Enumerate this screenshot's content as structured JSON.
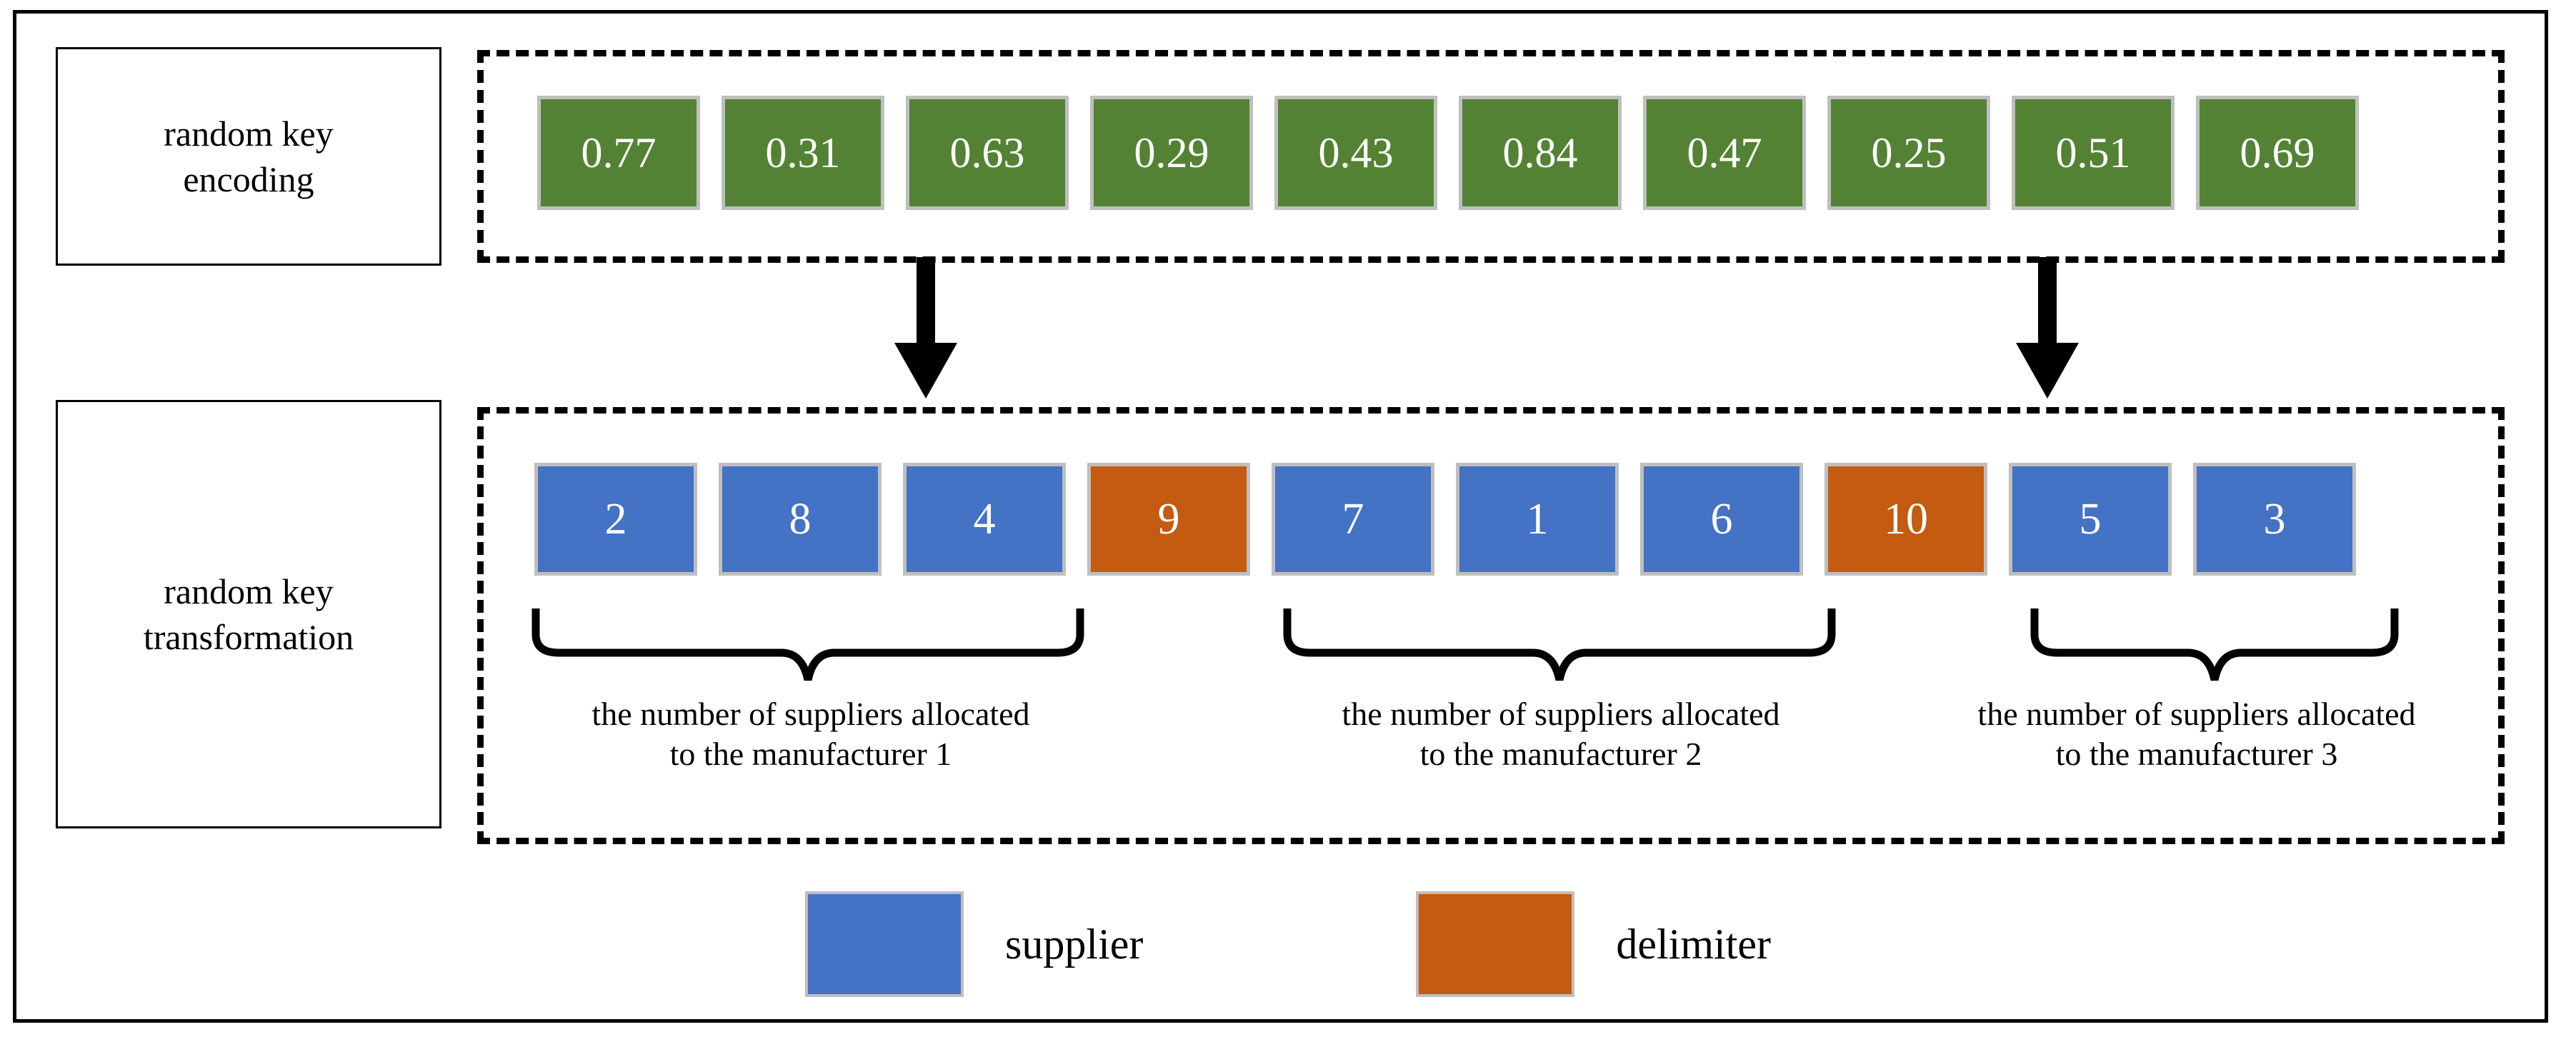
{
  "figure": {
    "rows": [
      {
        "id": "random-key-encoding",
        "label": "random key\nencoding",
        "label_line1": "random key",
        "label_line2": "encoding",
        "cells": [
          "0.77",
          "0.31",
          "0.63",
          "0.29",
          "0.43",
          "0.84",
          "0.47",
          "0.25",
          "0.51",
          "0.69"
        ],
        "cell_color": "#548235"
      },
      {
        "id": "random-key-transformation",
        "label": "random key\ntransformation",
        "label_line1": "random key",
        "label_line2": "transformation",
        "cells": [
          {
            "value": "2",
            "type": "supplier"
          },
          {
            "value": "8",
            "type": "supplier"
          },
          {
            "value": "4",
            "type": "supplier"
          },
          {
            "value": "9",
            "type": "delimiter"
          },
          {
            "value": "7",
            "type": "supplier"
          },
          {
            "value": "1",
            "type": "supplier"
          },
          {
            "value": "6",
            "type": "supplier"
          },
          {
            "value": "10",
            "type": "delimiter"
          },
          {
            "value": "5",
            "type": "supplier"
          },
          {
            "value": "3",
            "type": "supplier"
          }
        ]
      }
    ],
    "groups": [
      {
        "caption_line1": "the number of suppliers allocated",
        "caption_line2": "to the manufacturer 1",
        "members": [
          "2",
          "8",
          "4"
        ]
      },
      {
        "caption_line1": "the number of suppliers allocated",
        "caption_line2": "to the manufacturer 2",
        "members": [
          "7",
          "1",
          "6"
        ]
      },
      {
        "caption_line1": "the number of suppliers allocated",
        "caption_line2": "to the manufacturer 3",
        "members": [
          "5",
          "3"
        ]
      }
    ],
    "legend": [
      {
        "label": "supplier",
        "color": "#4472C4"
      },
      {
        "label": "delimiter",
        "color": "#C55A11"
      }
    ],
    "colors": {
      "supplier": "#4472C4",
      "delimiter": "#C55A11",
      "random_key": "#548235",
      "cell_border": "#bfbfbf",
      "line": "#000000",
      "background": "#ffffff"
    },
    "arrows": [
      {
        "name": "arrow-to-group-1",
        "direction": "down"
      },
      {
        "name": "arrow-to-group-3",
        "direction": "down"
      }
    ]
  }
}
